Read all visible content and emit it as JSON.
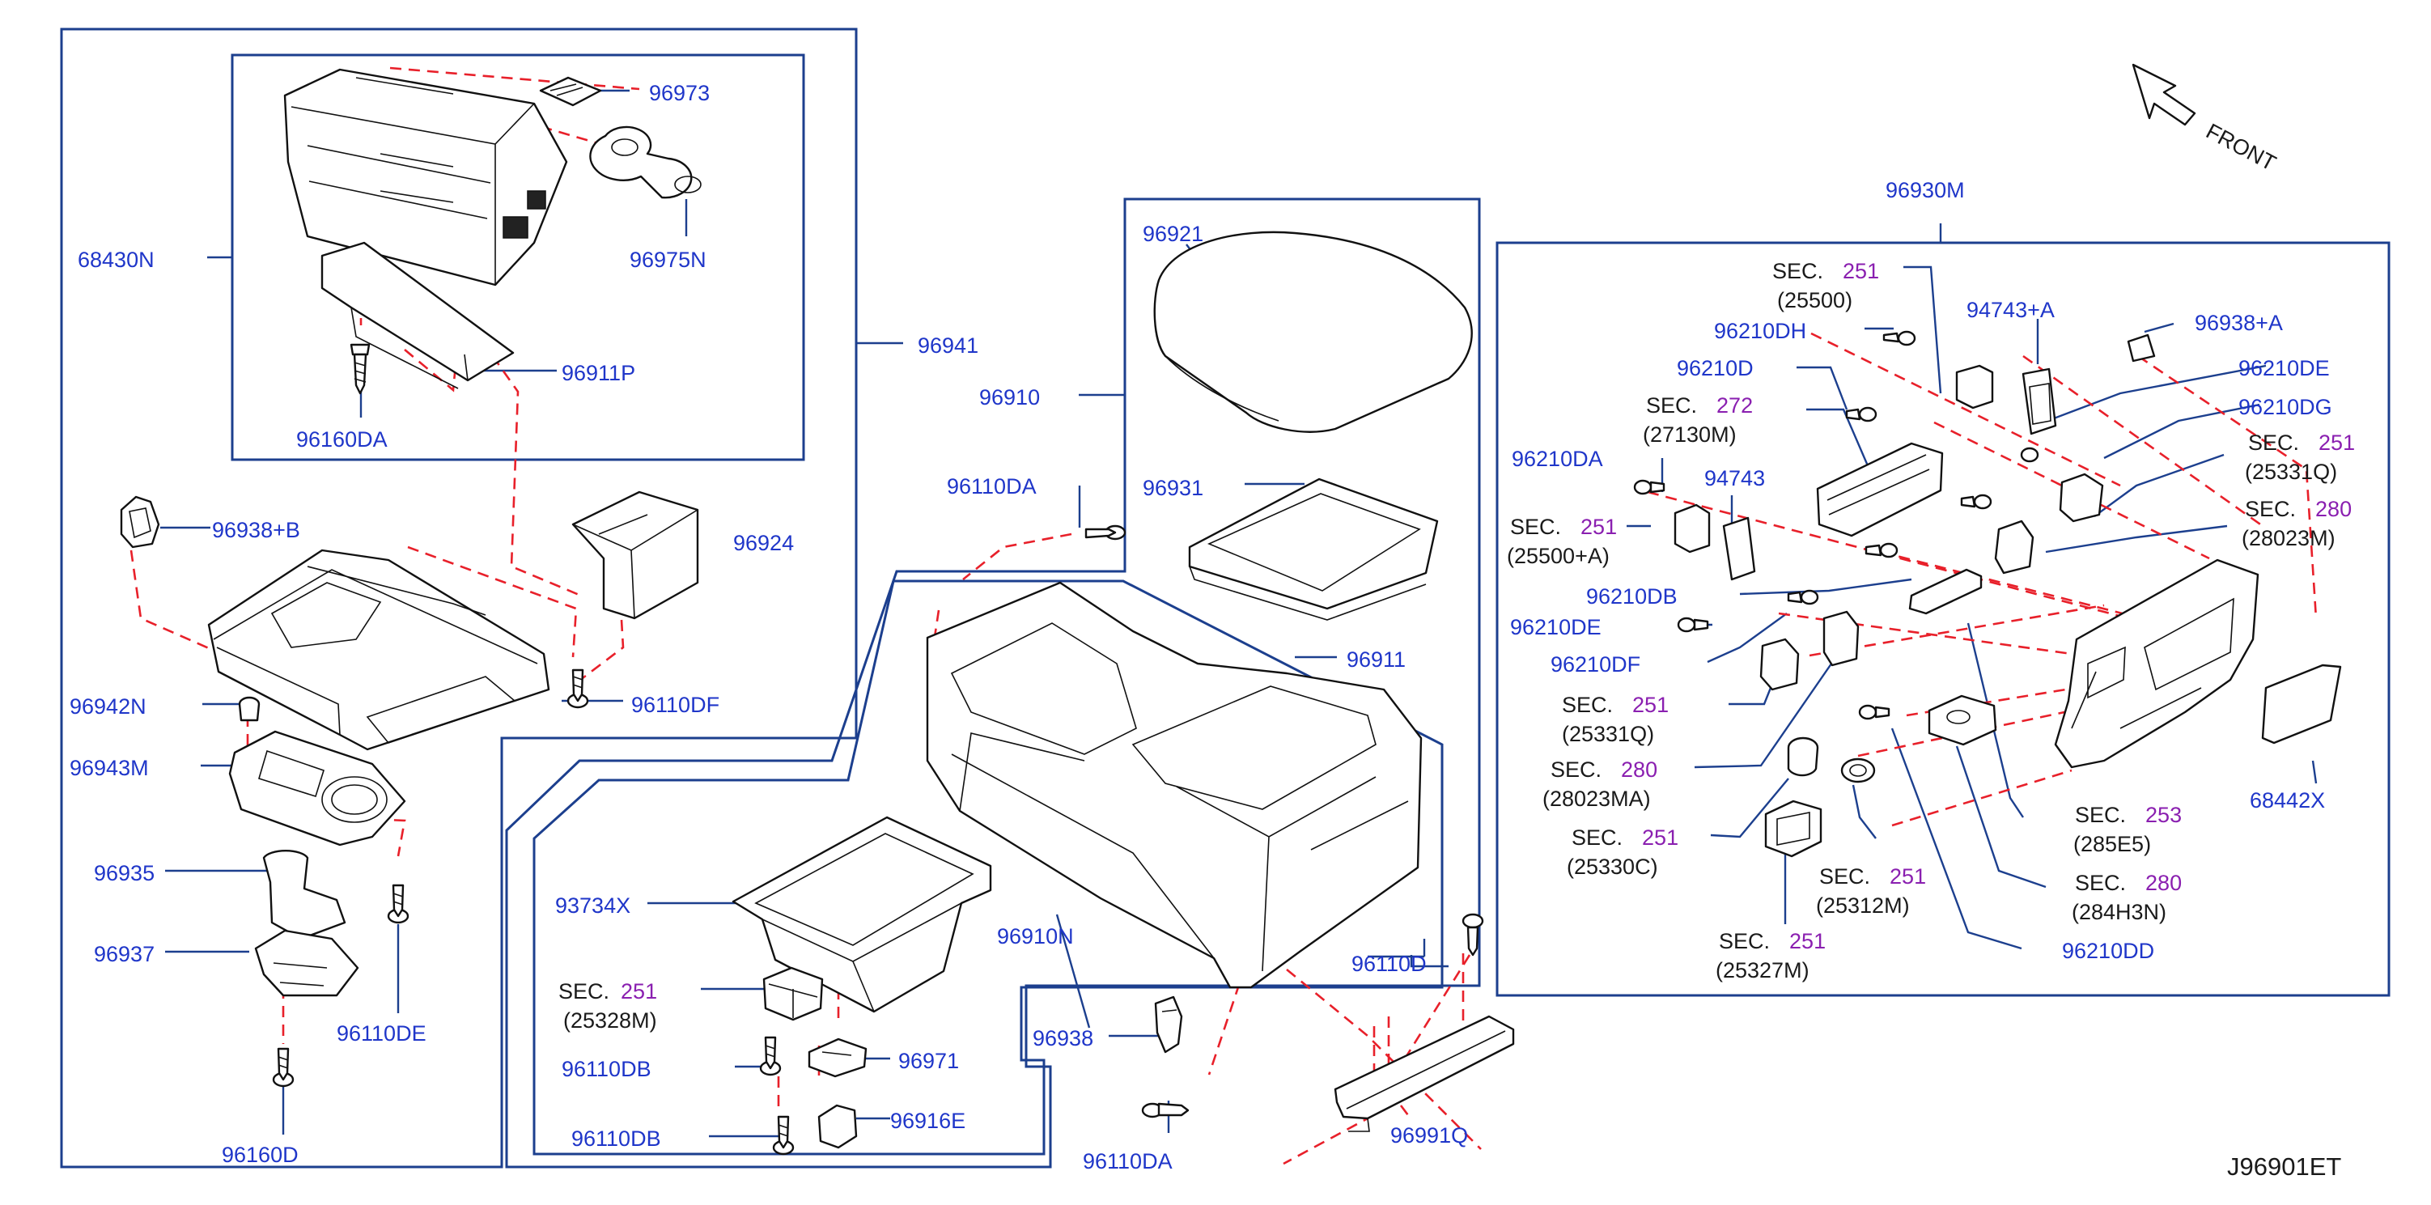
{
  "diagram": {
    "ref": "J96901ET",
    "front_label": "FRONT",
    "parts": {
      "p96973": "96973",
      "p96975N": "96975N",
      "p68430N": "68430N",
      "p96941": "96941",
      "p96911P": "96911P",
      "p96160DA": "96160DA",
      "p96924": "96924",
      "p96938B": "96938+B",
      "p96110DF": "96110DF",
      "p96942N": "96942N",
      "p96943M": "96943M",
      "p96935": "96935",
      "p96937": "96937",
      "p96110DE": "96110DE",
      "p96160D": "96160D",
      "p96921": "96921",
      "p96910": "96910",
      "p96931": "96931",
      "p96110DA": "96110DA",
      "p96911": "96911",
      "p93734X": "93734X",
      "p96910N": "96910N",
      "p96110DB1": "96110DB",
      "p96971": "96971",
      "p96110DB2": "96110DB",
      "p96916E": "96916E",
      "p96938": "96938",
      "p96110DA2": "96110DA",
      "p96110D": "96110D",
      "p96991Q": "96991Q",
      "p96930M": "96930M",
      "p96210DH": "96210DH",
      "p94743A": "94743+A",
      "p96938A": "96938+A",
      "p96210D": "96210D",
      "p96210DE_r": "96210DE",
      "p96210DG": "96210DG",
      "p96210DA": "96210DA",
      "p94743": "94743",
      "p96210DB": "96210DB",
      "p96210DE_l": "96210DE",
      "p96210DF": "96210DF",
      "p68442X": "68442X",
      "p96210DD": "96210DD"
    },
    "sec_word": "SEC.",
    "sections": {
      "s25328M": {
        "num": "251",
        "code": "(25328M)"
      },
      "s25500": {
        "num": "251",
        "code": "(25500)"
      },
      "s27130M": {
        "num": "272",
        "code": "(27130M)"
      },
      "s25500A": {
        "num": "251",
        "code": "(25500+A)"
      },
      "s25331Q_r": {
        "num": "251",
        "code": "(25331Q)"
      },
      "s28023M": {
        "num": "280",
        "code": "(28023M)"
      },
      "s25331Q_l": {
        "num": "251",
        "code": "(25331Q)"
      },
      "s28023MA": {
        "num": "280",
        "code": "(28023MA)"
      },
      "s25330C": {
        "num": "251",
        "code": "(25330C)"
      },
      "s285E5": {
        "num": "253",
        "code": "(285E5)"
      },
      "s25312M": {
        "num": "251",
        "code": "(25312M)"
      },
      "s284H3N": {
        "num": "280",
        "code": "(284H3N)"
      },
      "s25327M": {
        "num": "251",
        "code": "(25327M)"
      }
    }
  }
}
